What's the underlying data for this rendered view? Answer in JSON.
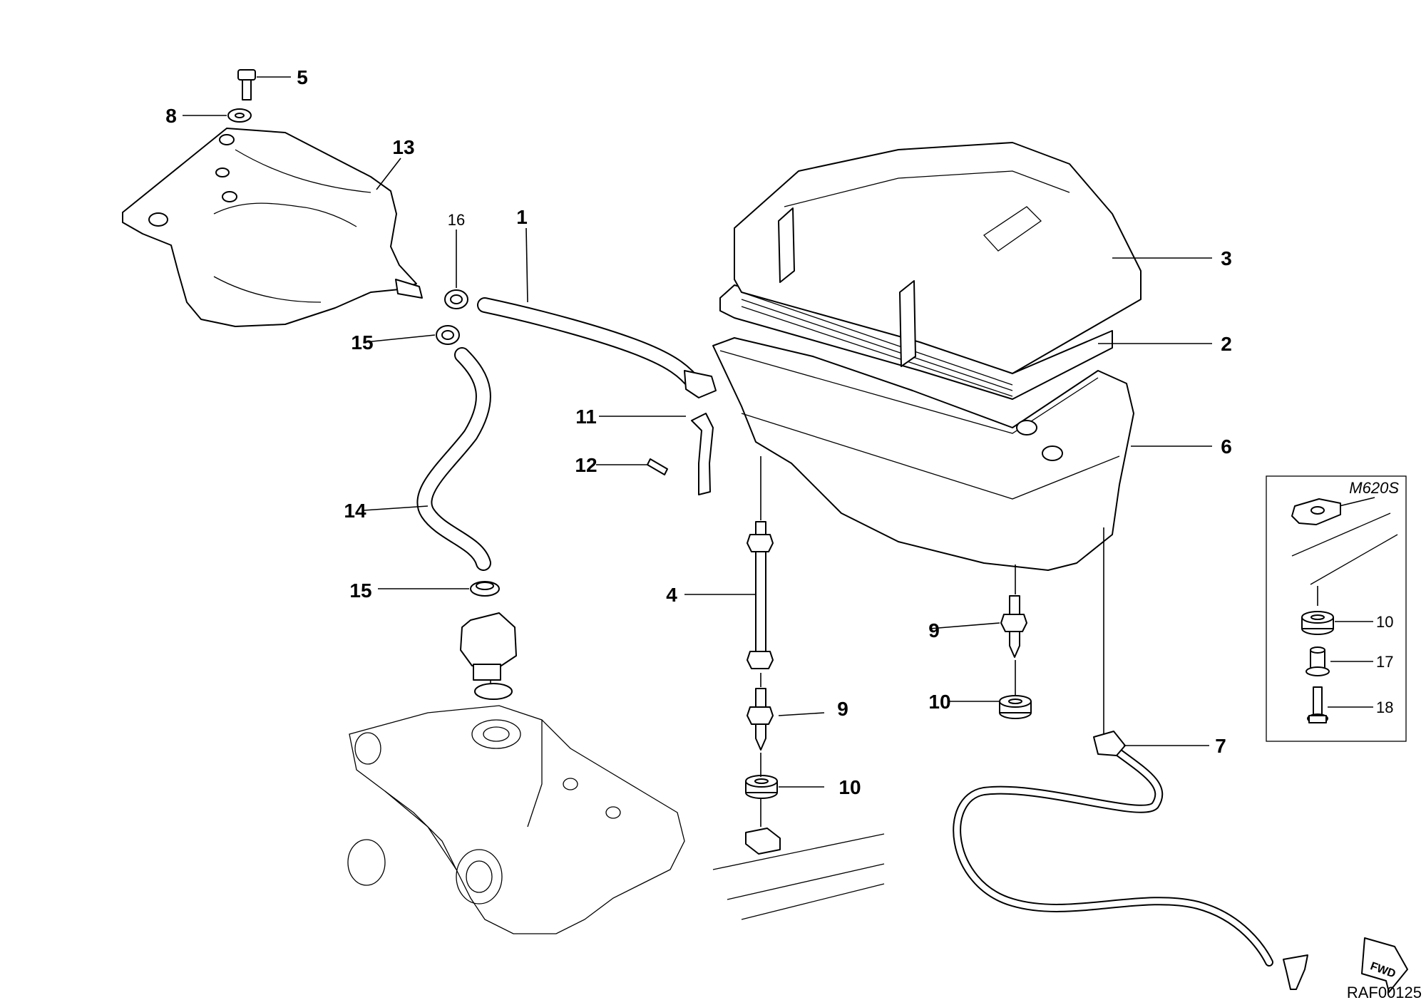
{
  "callouts": {
    "c1": "1",
    "c2": "2",
    "c3": "3",
    "c4": "4",
    "c5": "5",
    "c6": "6",
    "c7": "7",
    "c8": "8",
    "c9a": "9",
    "c9b": "9",
    "c10a": "10",
    "c10b": "10",
    "c11": "11",
    "c12": "12",
    "c13": "13",
    "c14": "14",
    "c15a": "15",
    "c15b": "15",
    "c16": "16"
  },
  "inset": {
    "title": "M620S",
    "c10": "10",
    "c17": "17",
    "c18": "18"
  },
  "drawing_code": "RAF00125",
  "fwd_label": "FWD"
}
